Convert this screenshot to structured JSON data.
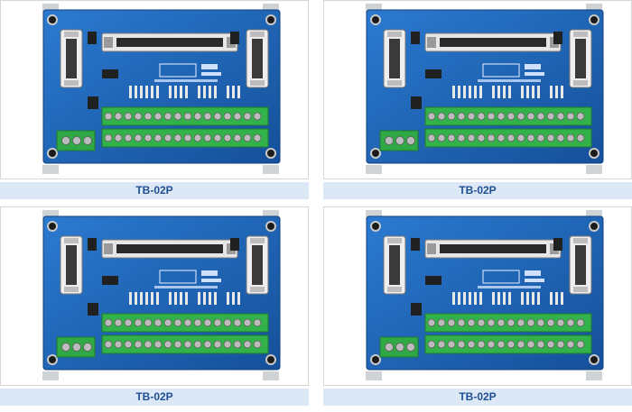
{
  "colors": {
    "caption_bg": "#dde8f6",
    "caption_text": "#1f4f93",
    "pcb": "#1f64b4",
    "terminal": "#33b24a"
  },
  "products": [
    {
      "caption": "TB-02P"
    },
    {
      "caption": "TB-02P"
    },
    {
      "caption": "TB-02P"
    },
    {
      "caption": "TB-02P"
    }
  ]
}
